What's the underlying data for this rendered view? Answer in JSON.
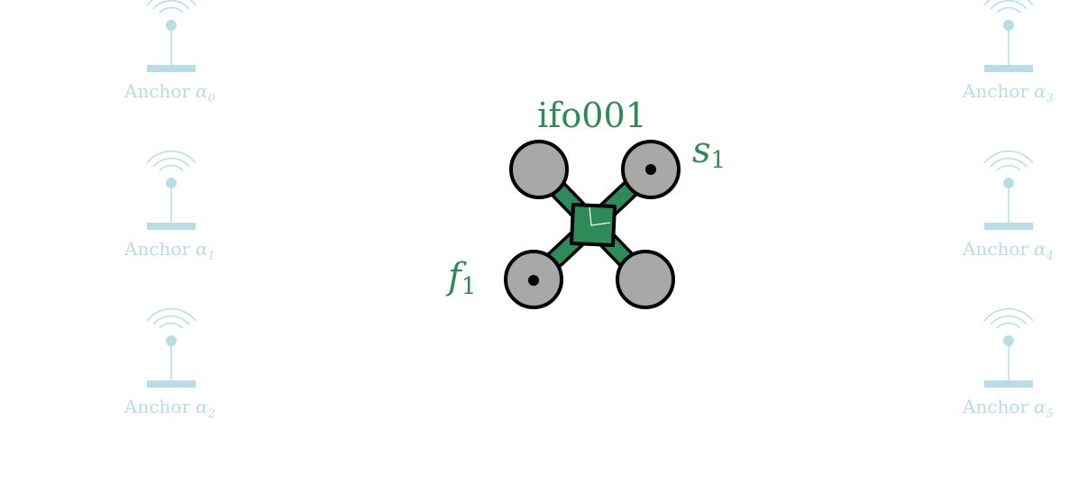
{
  "colors": {
    "anchor": "#b9dde7",
    "anchor_label": "#b9dde7",
    "drone_body": "#2e8b57",
    "drone_label": "#2e8b57",
    "rotor_fill": "#a8a8a8",
    "outline": "#000000"
  },
  "anchors": [
    {
      "label": "Anchor",
      "symbol": "α",
      "index": "0"
    },
    {
      "label": "Anchor",
      "symbol": "α",
      "index": "1"
    },
    {
      "label": "Anchor",
      "symbol": "α",
      "index": "2"
    },
    {
      "label": "Anchor",
      "symbol": "α",
      "index": "3"
    },
    {
      "label": "Anchor",
      "symbol": "α",
      "index": "4"
    },
    {
      "label": "Anchor",
      "symbol": "α",
      "index": "5"
    }
  ],
  "drone": {
    "name": "ifo001",
    "front_marker": {
      "symbol": "f",
      "index": "1"
    },
    "side_marker": {
      "symbol": "s",
      "index": "1"
    },
    "icon": "quadrotor-icon"
  }
}
